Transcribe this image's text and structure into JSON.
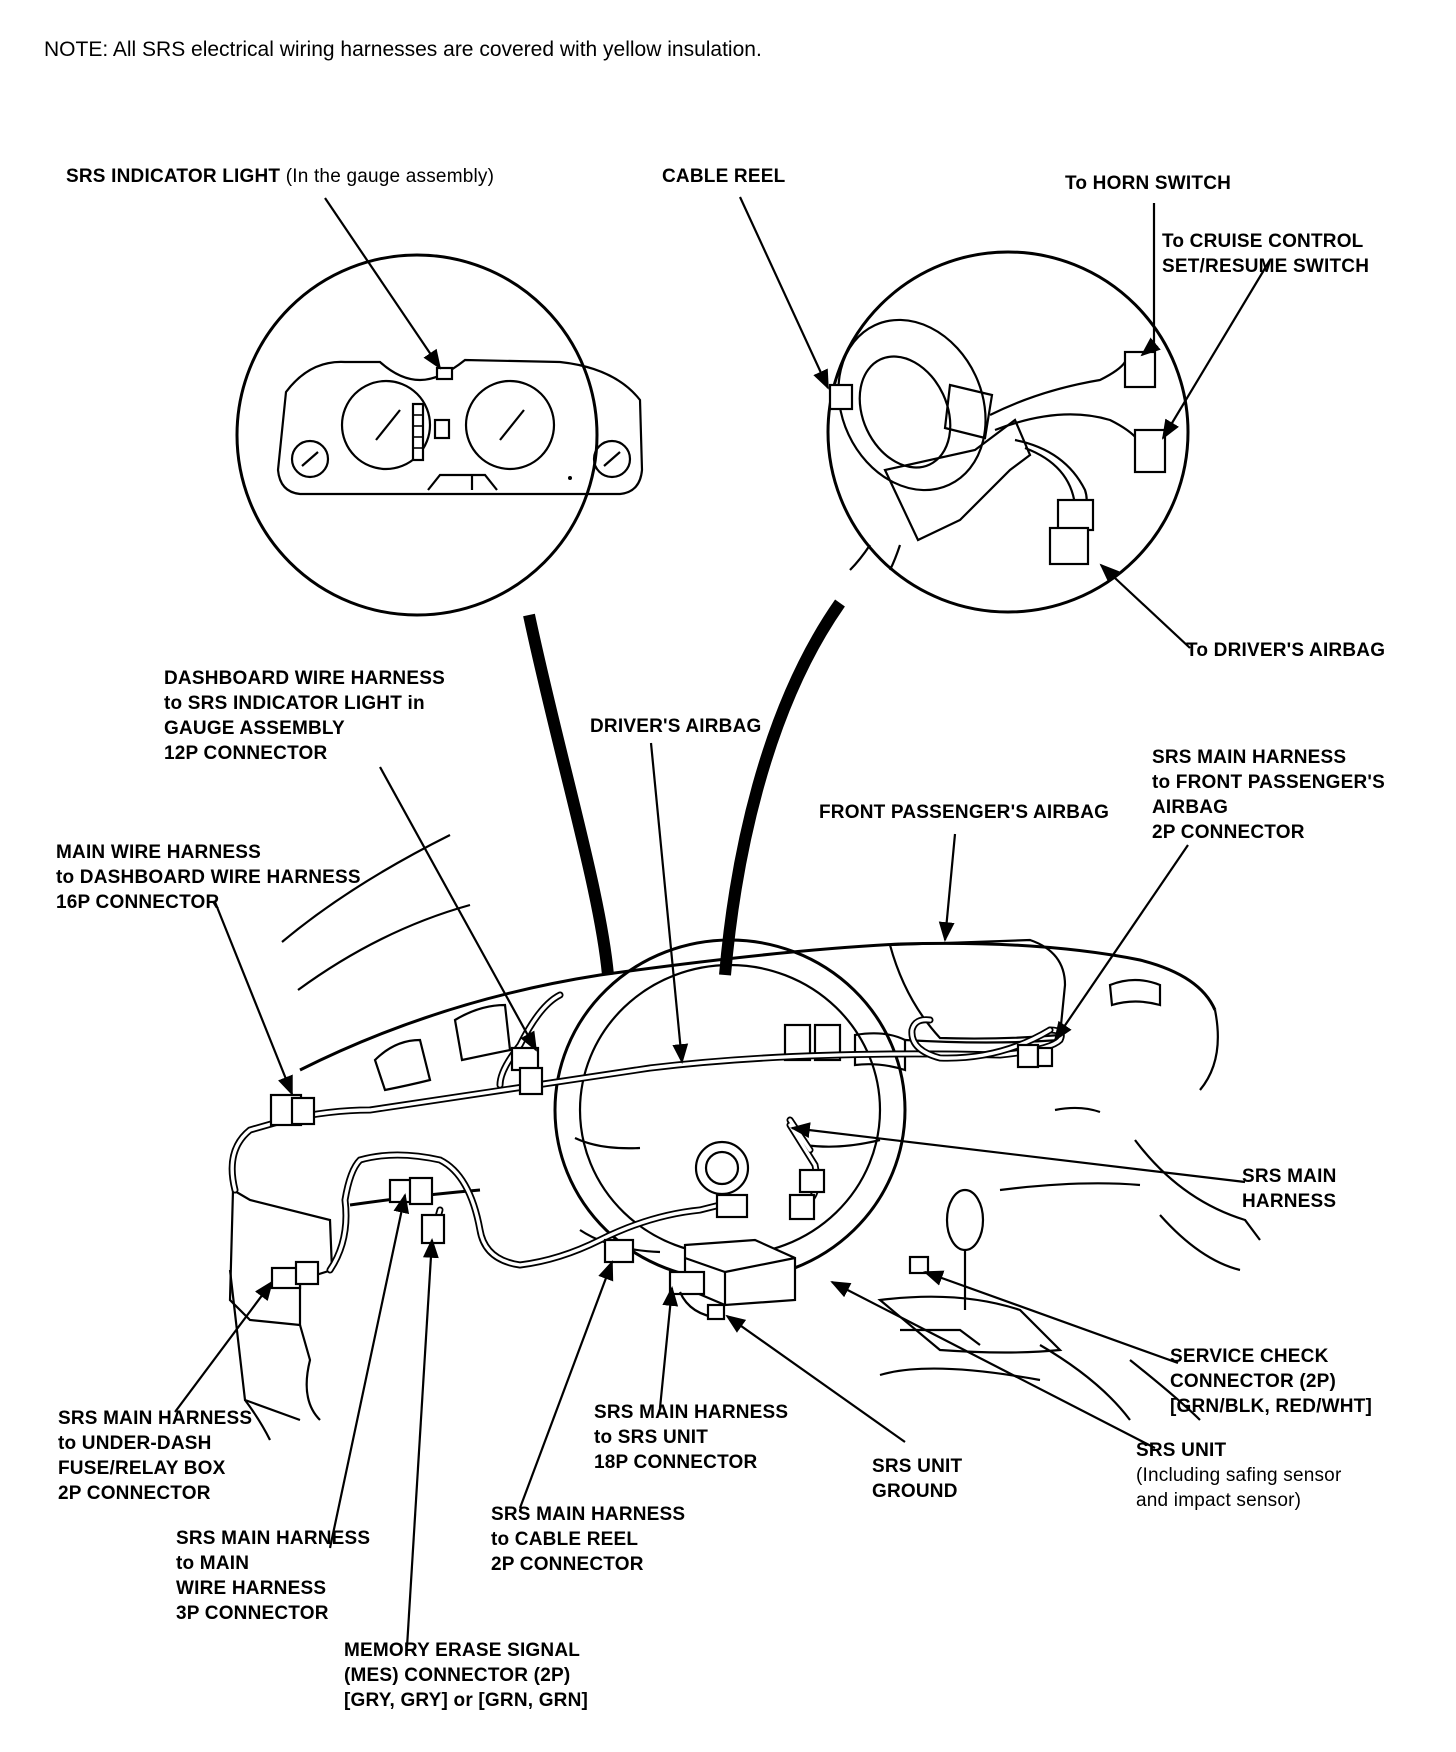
{
  "note": "NOTE:  All SRS electrical wiring harnesses are covered with yellow insulation.",
  "labels": {
    "srs_indicator_light": {
      "bold": "SRS INDICATOR LIGHT",
      "normal": " (In the gauge assembly)"
    },
    "cable_reel": "CABLE REEL",
    "horn_switch": "To HORN SWITCH",
    "cruise_switch": [
      "To CRUISE CONTROL",
      "SET/RESUME SWITCH"
    ],
    "drivers_airbag_connector": "To DRIVER'S AIRBAG",
    "dashboard_harness": [
      "DASHBOARD WIRE HARNESS",
      "to SRS INDICATOR LIGHT in",
      "GAUGE ASSEMBLY",
      "12P CONNECTOR"
    ],
    "drivers_airbag": "DRIVER'S AIRBAG",
    "front_passenger_airbag": "FRONT PASSENGER'S AIRBAG",
    "srs_to_passenger_airbag": [
      "SRS MAIN HARNESS",
      "to FRONT PASSENGER'S",
      "AIRBAG",
      "2P CONNECTOR"
    ],
    "main_to_dashboard": [
      "MAIN WIRE HARNESS",
      "to DASHBOARD WIRE HARNESS",
      "16P CONNECTOR"
    ],
    "srs_main_harness": [
      "SRS MAIN",
      "HARNESS"
    ],
    "service_check": [
      "SERVICE CHECK",
      "CONNECTOR (2P)",
      "[GRN/BLK, RED/WHT]"
    ],
    "srs_unit": {
      "bold": "SRS UNIT",
      "normal": [
        "(Including safing sensor",
        "and impact sensor)"
      ]
    },
    "srs_unit_ground": [
      "SRS UNIT",
      "GROUND"
    ],
    "srs_to_srs_unit": [
      "SRS MAIN HARNESS",
      "to SRS UNIT",
      "18P CONNECTOR"
    ],
    "srs_to_fuse_box": [
      "SRS MAIN HARNESS",
      "to UNDER-DASH",
      "FUSE/RELAY BOX",
      "2P CONNECTOR"
    ],
    "srs_to_cable_reel": [
      "SRS MAIN HARNESS",
      "to CABLE REEL",
      "2P CONNECTOR"
    ],
    "srs_to_main_harness": [
      "SRS MAIN HARNESS",
      "to MAIN",
      "WIRE HARNESS",
      "3P CONNECTOR"
    ],
    "mes_connector": [
      "MEMORY ERASE SIGNAL",
      "(MES) CONNECTOR (2P)",
      "[GRY, GRY] or [GRN, GRN]"
    ]
  }
}
